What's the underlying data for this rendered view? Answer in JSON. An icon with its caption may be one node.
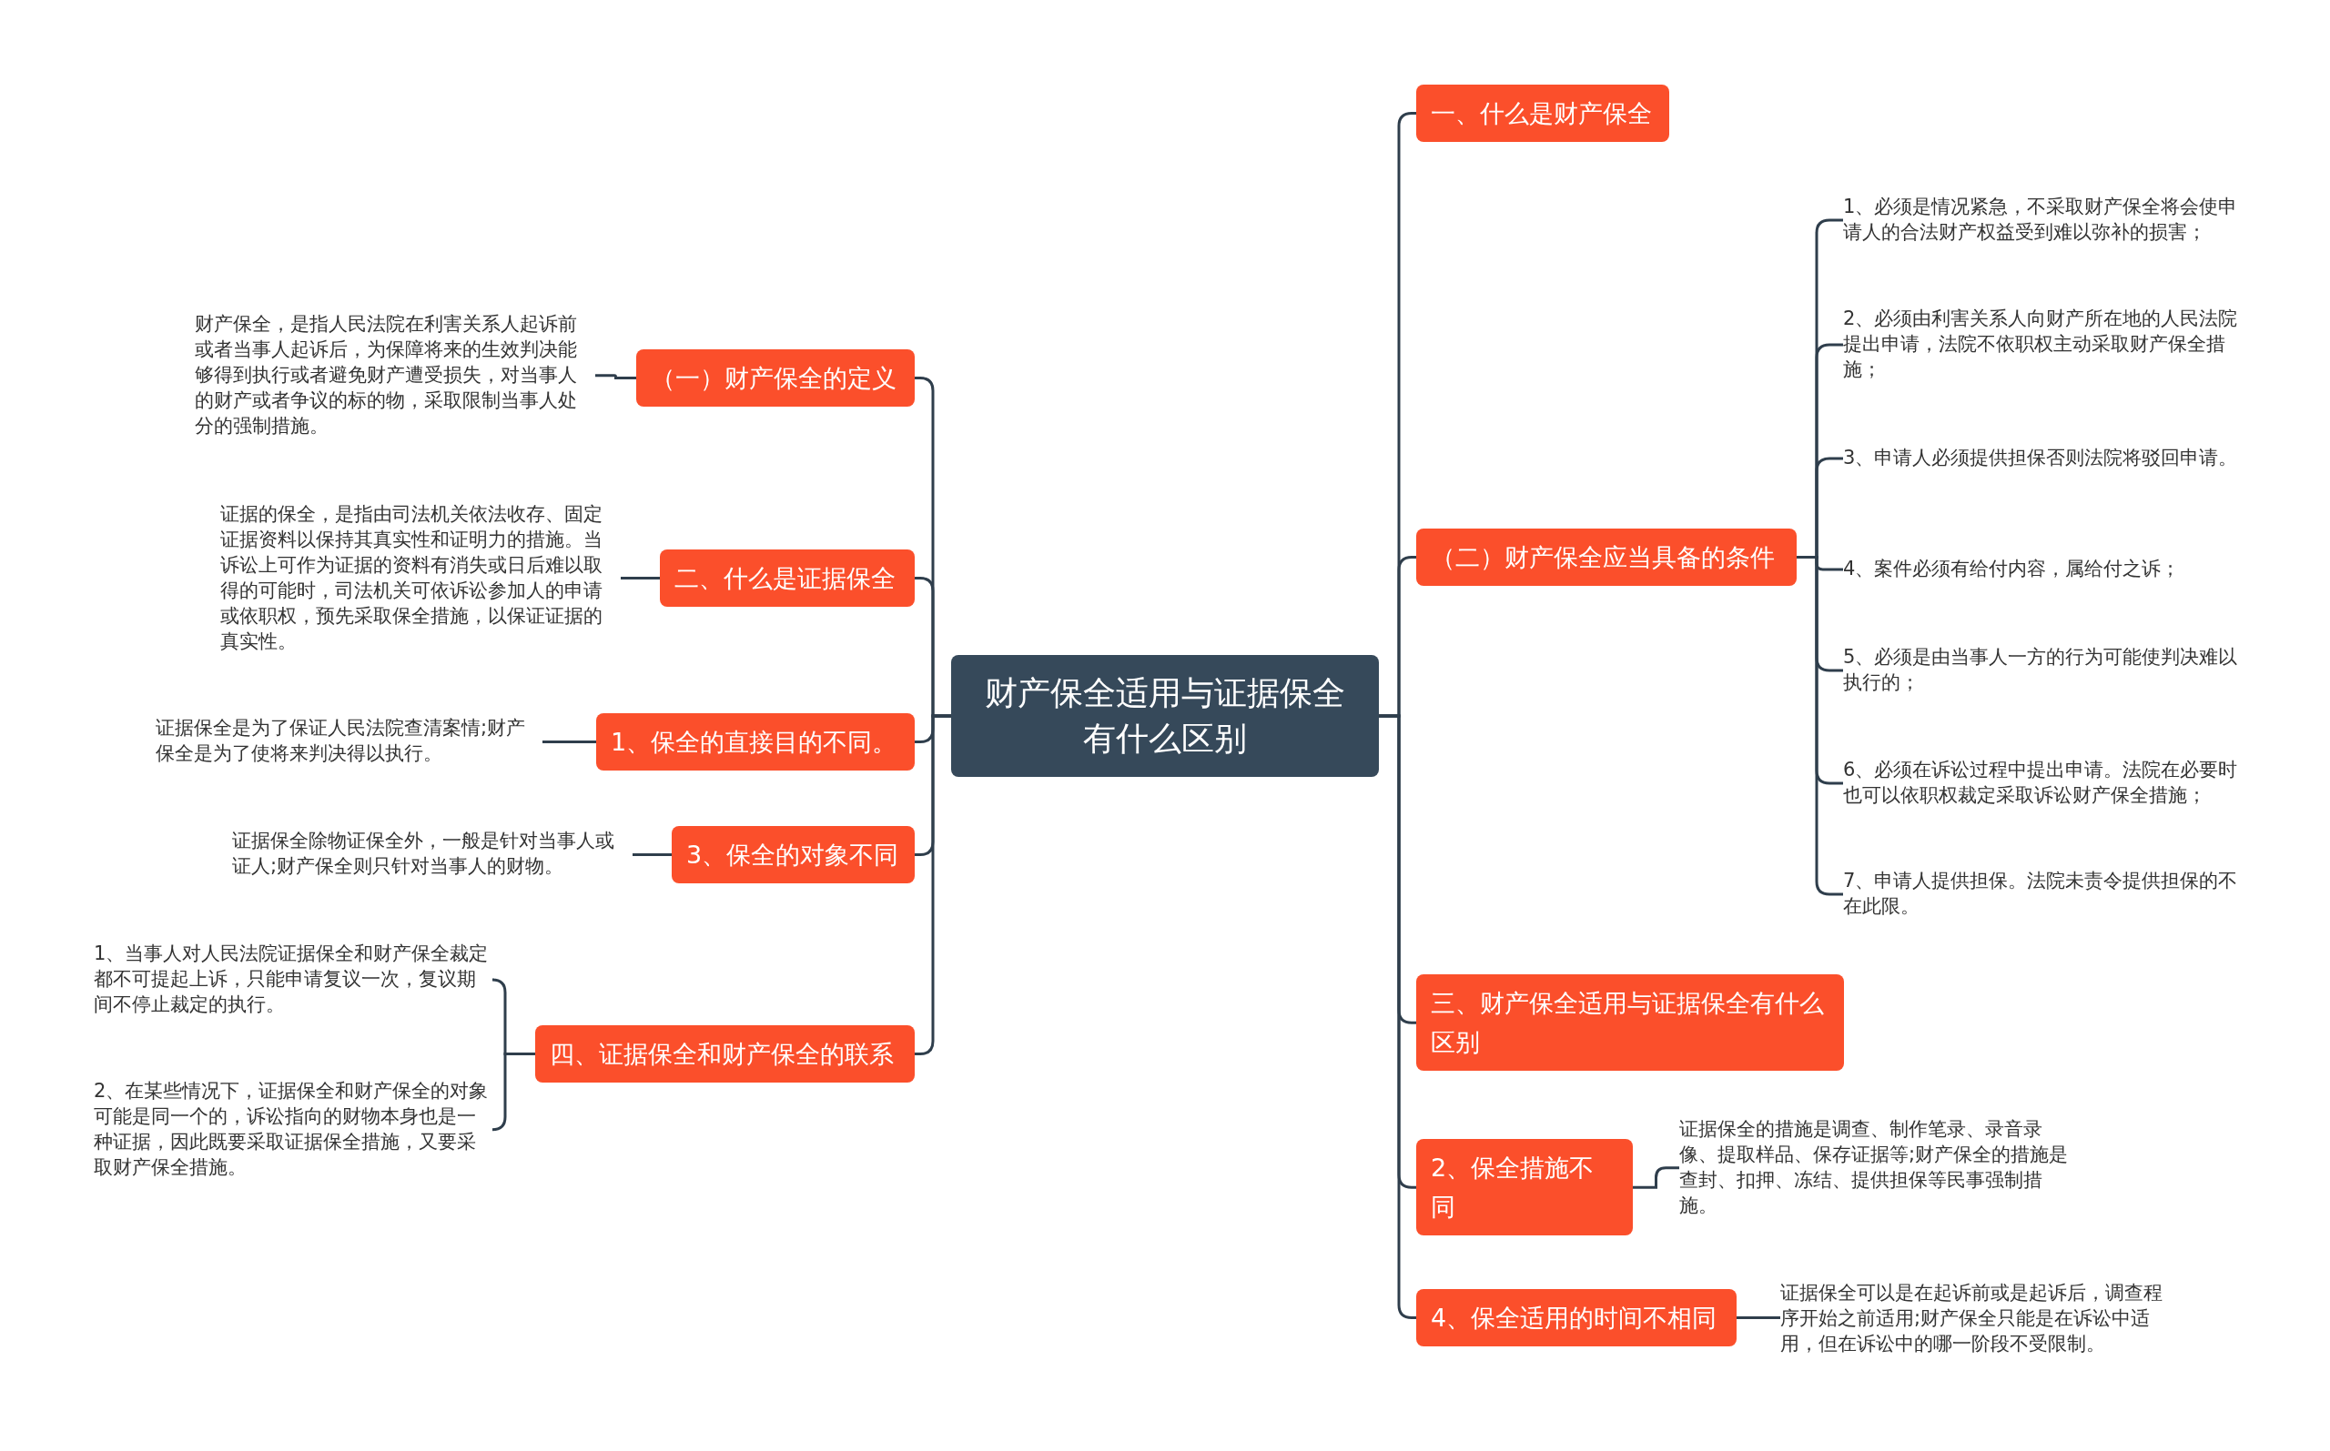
{
  "diagram": {
    "nodes": [
      {
        "text": [
          "财产保全适用与证据保全有什么区别"
        ]
      },
      {
        "text": [
          "一、什么是财产保全"
        ]
      },
      {
        "text": [
          "（二）财产保全应当具备的条件"
        ]
      },
      {
        "text": [
          "1、必须是情况紧急，不采取财产保全将会使申请人的合法财产权益受到难以弥补的损害；"
        ]
      },
      {
        "text": [
          "2、必须由利害关系人向财产所在地的人民法院提出申请，法院不依职权主动采取财产保全措施；"
        ]
      },
      {
        "text": [
          "3、申请人必须提供担保否则法院将驳回申请。"
        ]
      },
      {
        "text": [
          "4、案件必须有给付内容，属给付之诉；"
        ]
      },
      {
        "text": [
          "5、必须是由当事人一方的行为可能使判决难以执行的；"
        ]
      },
      {
        "text": [
          "6、必须在诉讼过程中提出申请。法院在必要时也可以依职权裁定采取诉讼财产保全措施；"
        ]
      },
      {
        "text": [
          "7、申请人提供担保。法院未责令提供担保的不在此限。"
        ]
      },
      {
        "text": [
          "三、财产保全适用与证据保全有什么区别"
        ]
      },
      {
        "text": [
          "2、保全措施不同"
        ]
      },
      {
        "text": [
          "证据保全的措施是调查、制作笔录、录音录像、提取样品、保存证据等;财产保全的措施是查封、扣押、冻结、提供担保等民事强制措施。"
        ]
      },
      {
        "text": [
          "4、保全适用的时间不相同"
        ]
      },
      {
        "text": [
          "证据保全可以是在起诉前或是起诉后，调查程序开始之前适用;财产保全只能是在诉讼中适用，但在诉讼中的哪一阶段不受限制。"
        ]
      },
      {
        "text": [
          "（一）财产保全的定义"
        ]
      },
      {
        "text": [
          "财产保全，是指人民法院在利害关系人起诉前或者当事人起诉后，为保障将来的生效判决能够得到执行或者避免财产遭受损失，对当事人的财产或者争议的标的物，采取限制当事人处分的强制措施。"
        ]
      },
      {
        "text": [
          "二、什么是证据保全"
        ]
      },
      {
        "text": [
          "证据的保全，是指由司法机关依法收存、固定证据资料以保持其真实性和证明力的措施。当诉讼上可作为证据的资料有消失或日后难以取得的可能时，司法机关可依诉讼参加人的申请或依职权，预先采取保全措施，以保证证据的真实性。"
        ]
      },
      {
        "text": [
          "1、保全的直接目的不同。"
        ]
      },
      {
        "text": [
          "证据保全是为了保证人民法院查清案情;财产保全是为了使将来判决得以执行。"
        ]
      },
      {
        "text": [
          "3、保全的对象不同"
        ]
      },
      {
        "text": [
          "证据保全除物证保全外，一般是针对当事人或证人;财产保全则只针对当事人的财物。"
        ]
      },
      {
        "text": [
          "四、证据保全和财产保全的联系"
        ]
      },
      {
        "text": [
          "1、当事人对人民法院证据保全和财产保全裁定都不可提起上诉，只能申请复议一次，复议期间不停止裁定的执行。"
        ]
      },
      {
        "text": [
          "2、在某些情况下，证据保全和财产保全的对象可能是同一个的，诉讼指向的财物本身也是一种证据，因此既要采取证据保全措施，又要采取财产保全措施。"
        ]
      }
    ],
    "edges": [
      {
        "from": 0,
        "to": 1,
        "arrow": "none"
      },
      {
        "from": 0,
        "to": 2,
        "arrow": "none"
      },
      {
        "from": 2,
        "to": 3,
        "arrow": "none"
      },
      {
        "from": 2,
        "to": 4,
        "arrow": "none"
      },
      {
        "from": 2,
        "to": 5,
        "arrow": "none"
      },
      {
        "from": 2,
        "to": 6,
        "arrow": "none"
      },
      {
        "from": 2,
        "to": 7,
        "arrow": "none"
      },
      {
        "from": 2,
        "to": 8,
        "arrow": "none"
      },
      {
        "from": 2,
        "to": 9,
        "arrow": "none"
      },
      {
        "from": 0,
        "to": 10,
        "arrow": "none"
      },
      {
        "from": 0,
        "to": 11,
        "arrow": "none"
      },
      {
        "from": 11,
        "to": 12,
        "arrow": "none"
      },
      {
        "from": 0,
        "to": 13,
        "arrow": "none"
      },
      {
        "from": 13,
        "to": 14,
        "arrow": "none"
      },
      {
        "from": 0,
        "to": 15,
        "arrow": "none"
      },
      {
        "from": 15,
        "to": 16,
        "arrow": "none"
      },
      {
        "from": 0,
        "to": 17,
        "arrow": "none"
      },
      {
        "from": 17,
        "to": 18,
        "arrow": "none"
      },
      {
        "from": 0,
        "to": 19,
        "arrow": "none"
      },
      {
        "from": 19,
        "to": 20,
        "arrow": "none"
      },
      {
        "from": 0,
        "to": 21,
        "arrow": "none"
      },
      {
        "from": 21,
        "to": 22,
        "arrow": "none"
      },
      {
        "from": 0,
        "to": 23,
        "arrow": "none"
      },
      {
        "from": 23,
        "to": 24,
        "arrow": "none"
      },
      {
        "from": 23,
        "to": 25,
        "arrow": "none"
      }
    ]
  }
}
